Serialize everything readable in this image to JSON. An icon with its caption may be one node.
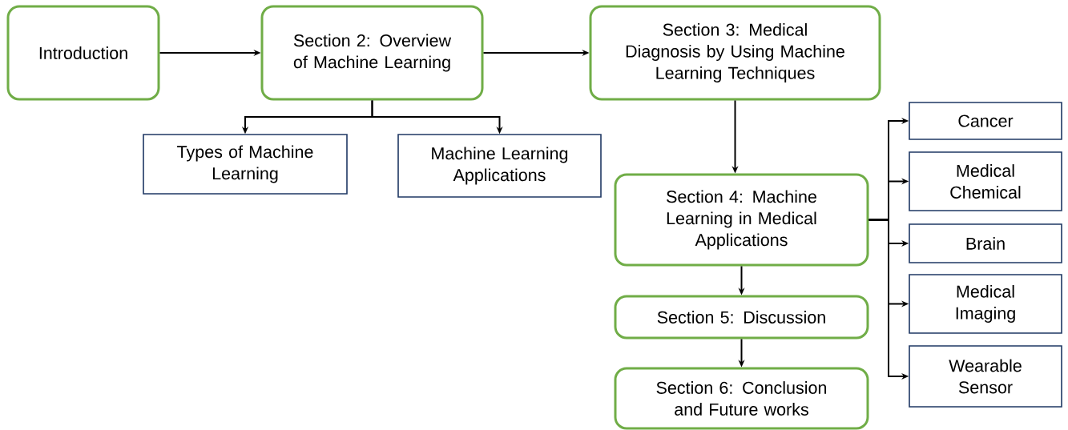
{
  "diagram": {
    "nodes": [
      {
        "text": [
          "Introduction"
        ]
      },
      {
        "text": [
          "Section 2: Overview of Machine Learning"
        ]
      },
      {
        "text": [
          "Section 3: Medical Diagnosis by Using Machine Learning Techniques"
        ]
      },
      {
        "text": [
          "Types of Machine Learning"
        ]
      },
      {
        "text": [
          "Machine Learning Applications"
        ]
      },
      {
        "text": [
          "Section 4: Machine Learning in Medical Applications"
        ]
      },
      {
        "text": [
          "Section 5: Discussion"
        ]
      },
      {
        "text": [
          "Section 6: Conclusion and Future works"
        ]
      },
      {
        "text": [
          "Cancer"
        ]
      },
      {
        "text": [
          "Medical Chemical"
        ]
      },
      {
        "text": [
          "Brain"
        ]
      },
      {
        "text": [
          "Medical Imaging"
        ]
      },
      {
        "text": [
          "Wearable Sensor"
        ]
      }
    ],
    "edges": [
      {
        "from": 0,
        "to": 1,
        "arrow": "to"
      },
      {
        "from": 1,
        "to": 2,
        "arrow": "to"
      },
      {
        "from": 1,
        "to": 3,
        "arrow": "to"
      },
      {
        "from": 1,
        "to": 4,
        "arrow": "to"
      },
      {
        "from": 2,
        "to": 5,
        "arrow": "to"
      },
      {
        "from": 5,
        "to": 6,
        "arrow": "to"
      },
      {
        "from": 6,
        "to": 7,
        "arrow": "to"
      },
      {
        "from": 5,
        "to": 8,
        "arrow": "to"
      },
      {
        "from": 5,
        "to": 9,
        "arrow": "to"
      },
      {
        "from": 5,
        "to": 10,
        "arrow": "to"
      },
      {
        "from": 5,
        "to": 11,
        "arrow": "to"
      },
      {
        "from": 5,
        "to": 12,
        "arrow": "to"
      }
    ]
  }
}
